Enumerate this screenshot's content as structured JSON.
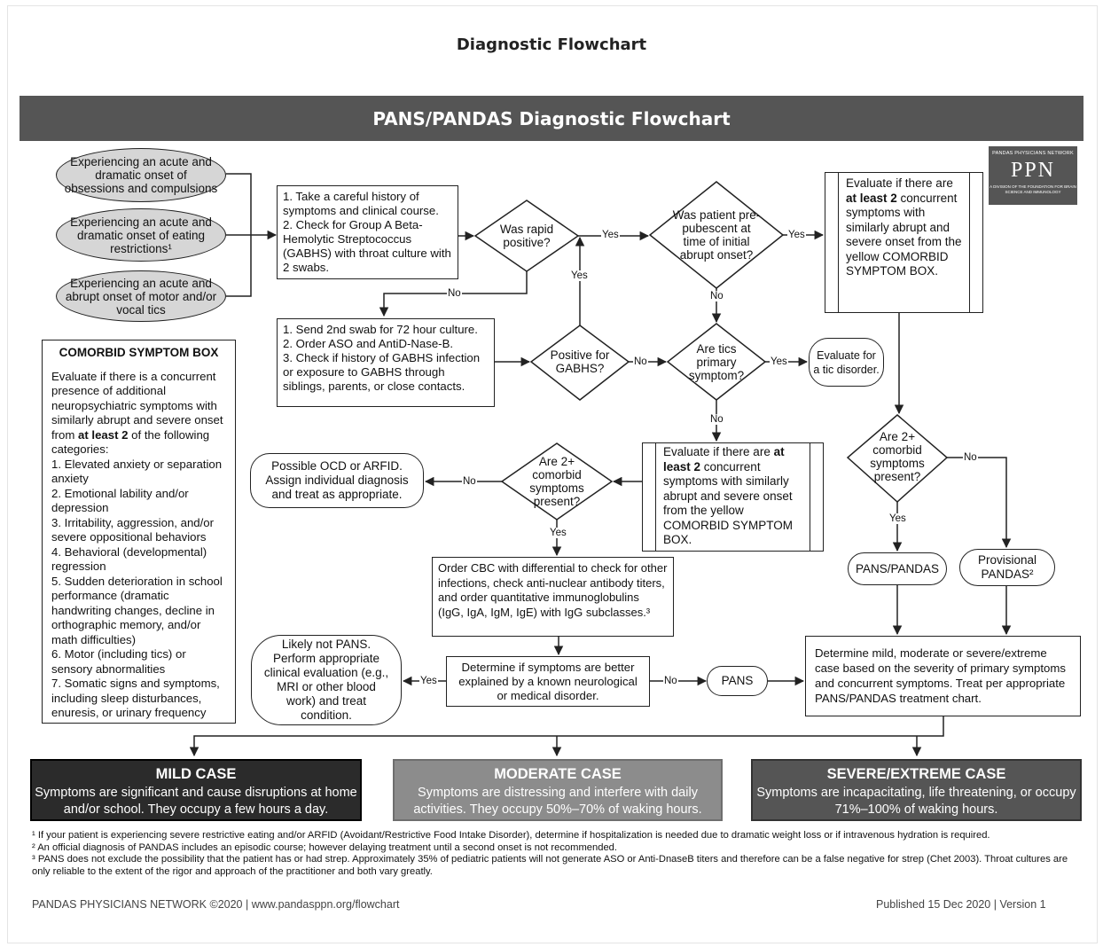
{
  "page_title": "Diagnostic Flowchart",
  "banner_title": "PANS/PANDAS Diagnostic Flowchart",
  "logo": {
    "top": "PANDAS PHYSICIANS NETWORK",
    "mark": "PPN",
    "bottom": "A DIVISION OF THE FOUNDATION FOR BRAIN SCIENCE AND IMMUNOLOGY"
  },
  "onset_ovals": [
    "Experiencing an acute and dramatic onset of obsessions and compulsions",
    "Experiencing an acute and dramatic onset of eating restrictions¹",
    "Experiencing an acute and abrupt onset of motor and/or vocal tics"
  ],
  "step1": "1. Take a careful history of symptoms and clinical course.\n2. Check for Group A Beta-Hemolytic Streptococcus (GABHS) with throat culture with 2 swabs.",
  "step2": "1. Send 2nd swab for 72 hour culture.\n2. Order ASO and AntiD-Nase-B.\n3. Check if history of GABHS infection or exposure to GABHS through siblings, parents, or close contacts.",
  "decisions": {
    "rapid": "Was rapid positive?",
    "prepubescent": "Was patient pre-pubescent at time of initial abrupt onset?",
    "gabhs": "Positive for GABHS?",
    "tics": "Are tics primary symptom?",
    "comorbid_left": "Are 2+ comorbid symptoms present?",
    "comorbid_right": "Are 2+ comorbid symptoms present?"
  },
  "labels": {
    "yes": "Yes",
    "no": "No"
  },
  "evaluate_top": {
    "pre": "Evaluate if there are ",
    "bold": "at least 2",
    "post": " concurrent symptoms with similarly abrupt and severe onset from the yellow COMORBID SYMPTOM BOX."
  },
  "evaluate_mid": {
    "pre": "Evaluate if there are ",
    "bold": "at least 2",
    "post": " concurrent symptoms with similarly abrupt and severe onset from the yellow COMORBID SYMPTOM BOX."
  },
  "tic_disorder": "Evaluate for a tic disorder.",
  "possible_ocd": "Possible OCD or ARFID. Assign individual diagnosis and treat as appropriate.",
  "order_cbc": "Order CBC with differential to check for other infections, check anti-nuclear antibody titers, and order quantitative immunoglobulins (IgG, IgA, IgM, IgE) with IgG subclasses.³",
  "determine_neuro": "Determine if symptoms are better explained by a known neurological or medical disorder.",
  "likely_not_pans": "Likely not PANS. Perform appropriate clinical evaluation (e.g., MRI or other blood work) and treat condition.",
  "pans": "PANS",
  "pans_pandas": "PANS/PANDAS",
  "provisional": "Provisional PANDAS²",
  "determine_severity": "Determine mild, moderate or severe/extreme case based on the severity of primary symptoms and concurrent symptoms. Treat per appropriate PANS/PANDAS treatment chart.",
  "comorbid_box": {
    "heading": "COMORBID SYMPTOM BOX",
    "intro_pre": "Evaluate if there is a concurrent presence of additional neuropsychiatric symptoms with similarly abrupt and severe onset from ",
    "intro_bold": "at least 2",
    "intro_post": " of the following categories:",
    "items": [
      "1. Elevated anxiety or separation anxiety",
      "2. Emotional lability and/or depression",
      "3. Irritability, aggression, and/or severe oppositional behaviors",
      "4. Behavioral (developmental) regression",
      "5. Sudden deterioration in school performance (dramatic handwriting changes, decline in orthographic memory, and/or math difficulties)",
      "6. Motor (including tics) or sensory abnormalities",
      "7. Somatic signs and symptoms, including sleep disturbances, enuresis, or urinary frequency"
    ]
  },
  "cases": [
    {
      "title": "MILD CASE",
      "desc": "Symptoms are significant and cause disruptions at home and/or school. They occupy a few hours a day.",
      "bg": "#2b2b2b",
      "border": "#000000"
    },
    {
      "title": "MODERATE CASE",
      "desc": "Symptoms are distressing and interfere with daily activities. They occupy 50%–70% of waking hours.",
      "bg": "#8c8c8c",
      "border": "#6e6e6e"
    },
    {
      "title": "SEVERE/EXTREME CASE",
      "desc": "Symptoms are incapacitating, life threatening, or occupy 71%–100% of waking hours.",
      "bg": "#555555",
      "border": "#333333"
    }
  ],
  "footnotes": [
    "¹ If your patient is experiencing severe restrictive eating and/or ARFID (Avoidant/Restrictive Food Intake Disorder), determine if hospitalization is needed due to dramatic weight loss or if intravenous hydration is required.",
    "² An official diagnosis of PANDAS includes an episodic course; however delaying treatment until a second onset is not recommended.",
    "³ PANS does not exclude the possibility that the patient has or had strep. Approximately 35% of pediatric patients will not generate ASO or Anti-DnaseB titers and therefore can be a false negative for strep (Chet 2003). Throat cultures are only reliable to the extent of the rigor and approach of the practitioner and both vary greatly."
  ],
  "footer_left": "PANDAS PHYSICIANS NETWORK ©2020 | www.pandasppn.org/flowchart",
  "footer_right": "Published 15 Dec 2020 | Version 1"
}
